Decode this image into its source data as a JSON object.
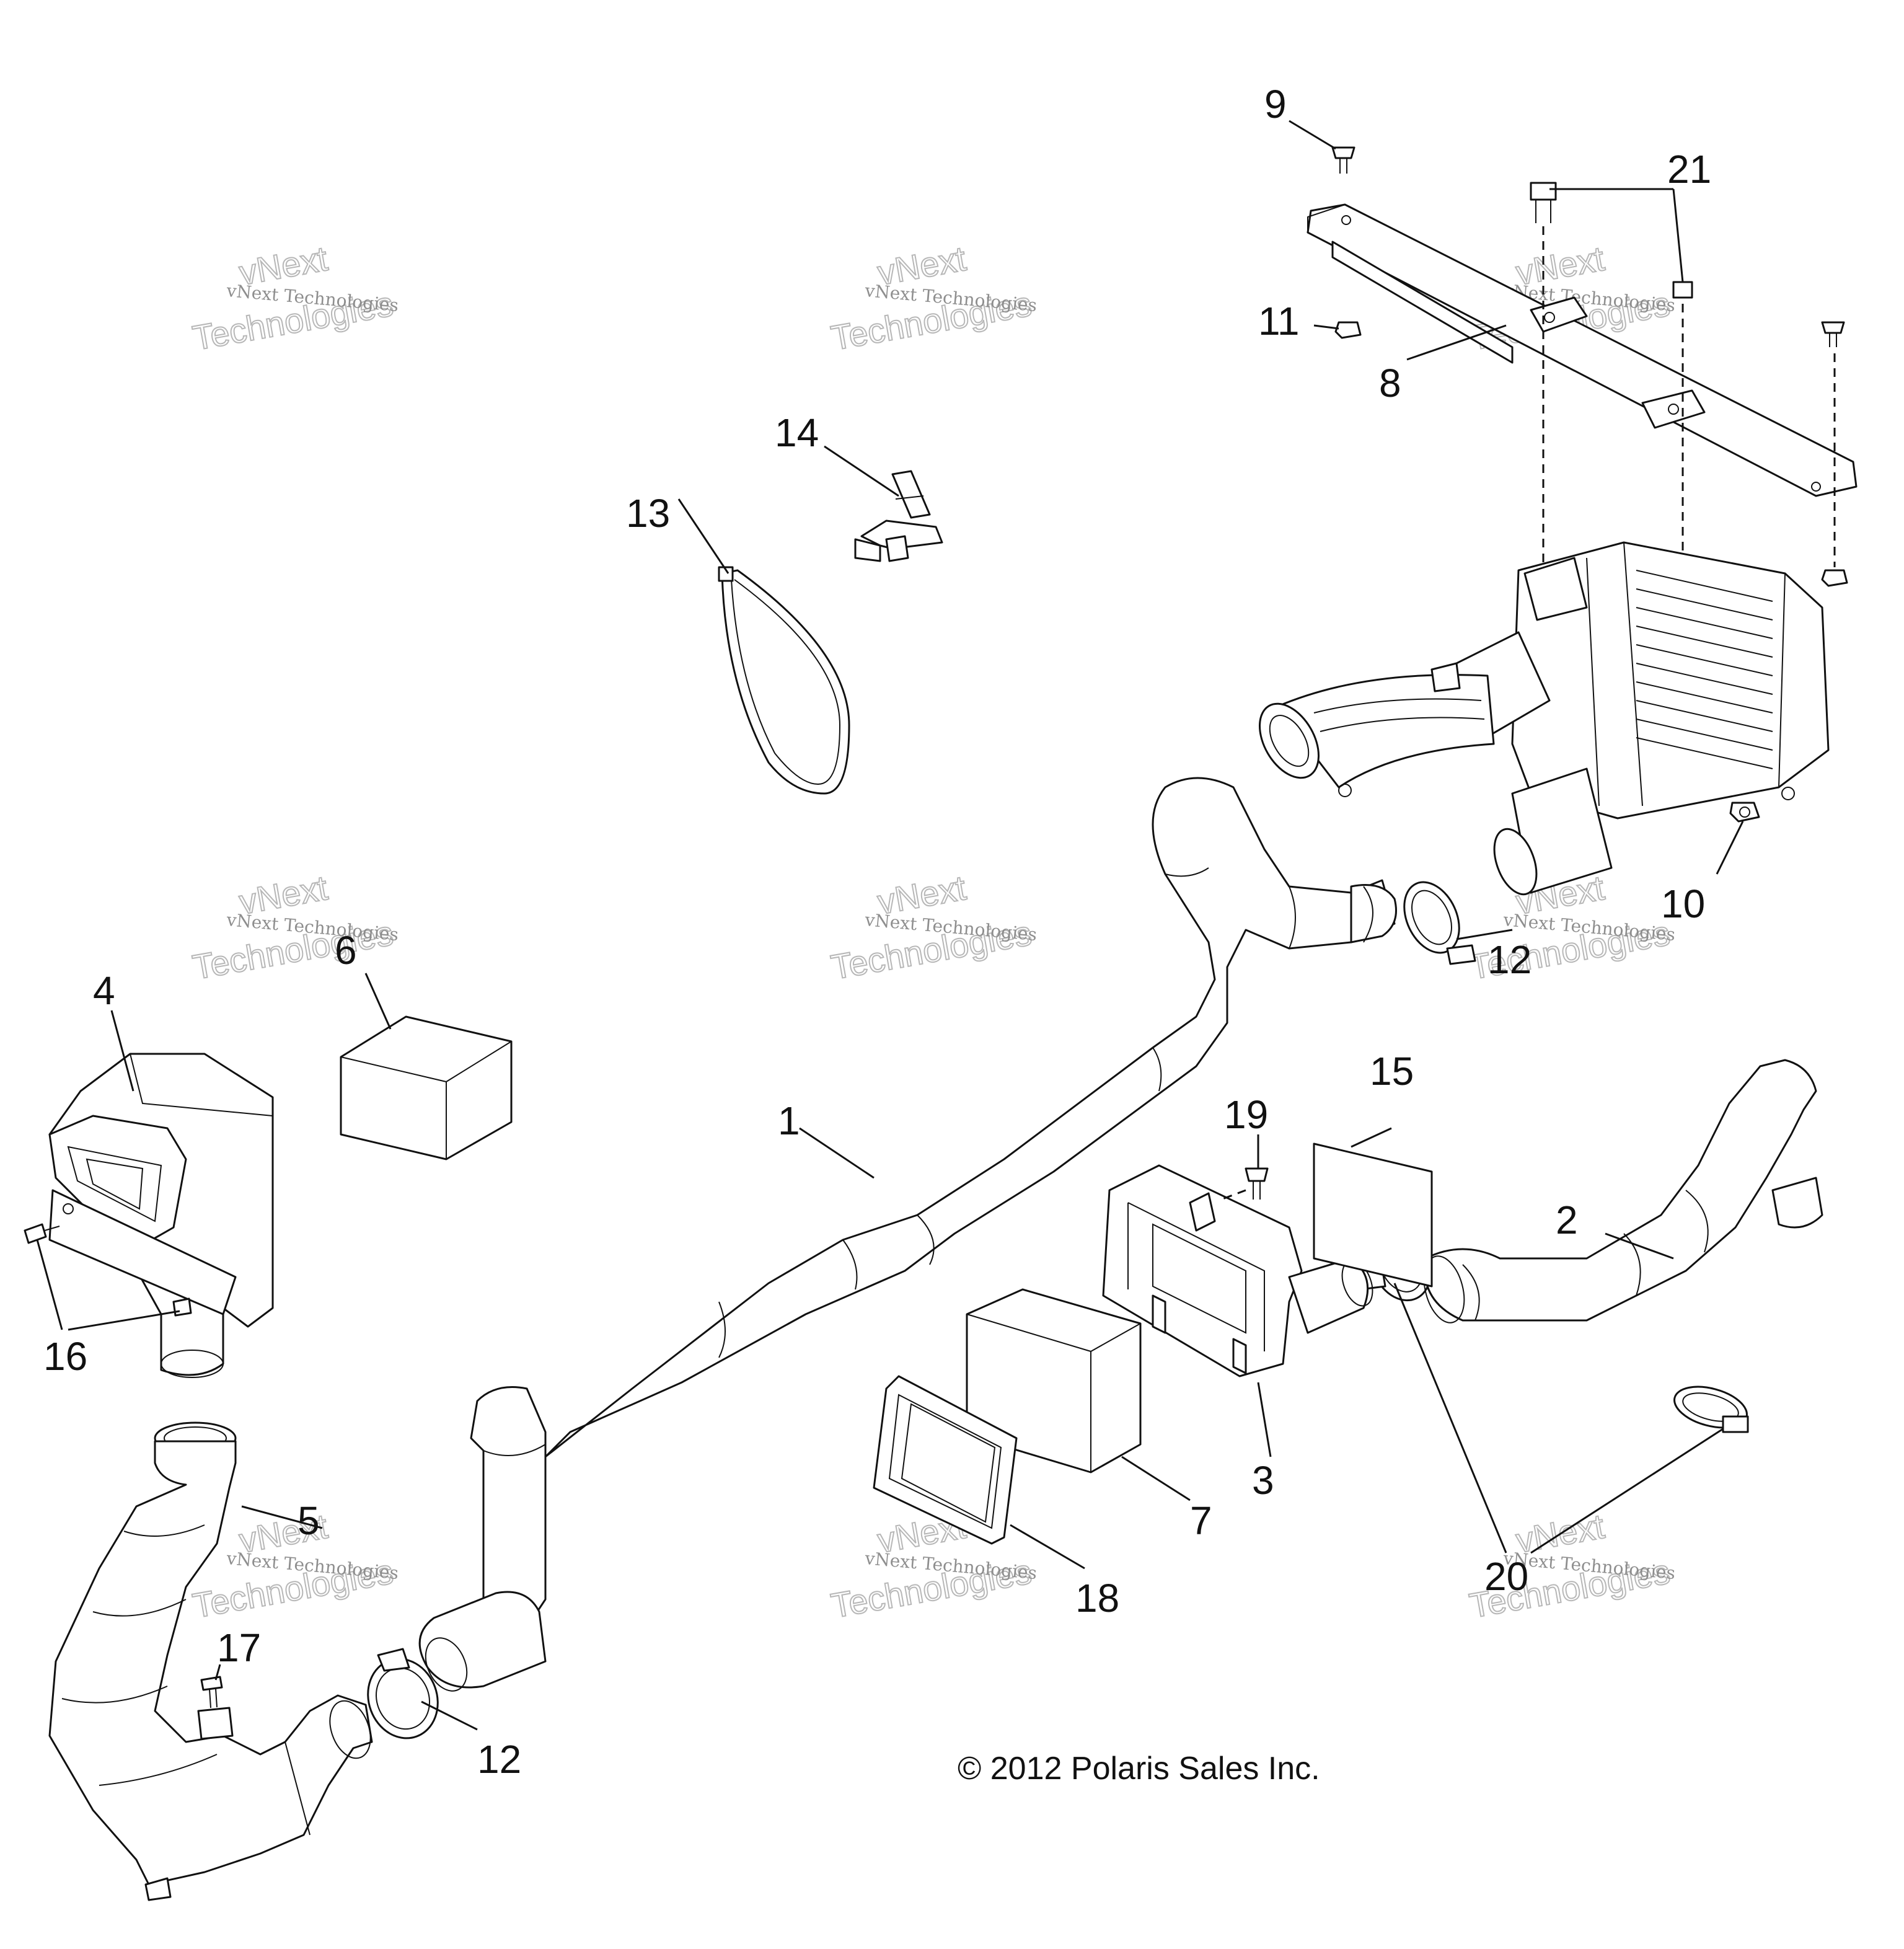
{
  "callouts": [
    "1",
    "2",
    "3",
    "4",
    "5",
    "6",
    "7",
    "8",
    "9",
    "10",
    "11",
    "12",
    "13",
    "14",
    "15",
    "16",
    "17",
    "18",
    "19",
    "20",
    "21"
  ],
  "callout_12_repeat": "12",
  "watermark": {
    "line1": "vNext",
    "line2": "vNext Technologies",
    "line3": "Technologies"
  },
  "copyright": "© 2012 Polaris Sales Inc."
}
